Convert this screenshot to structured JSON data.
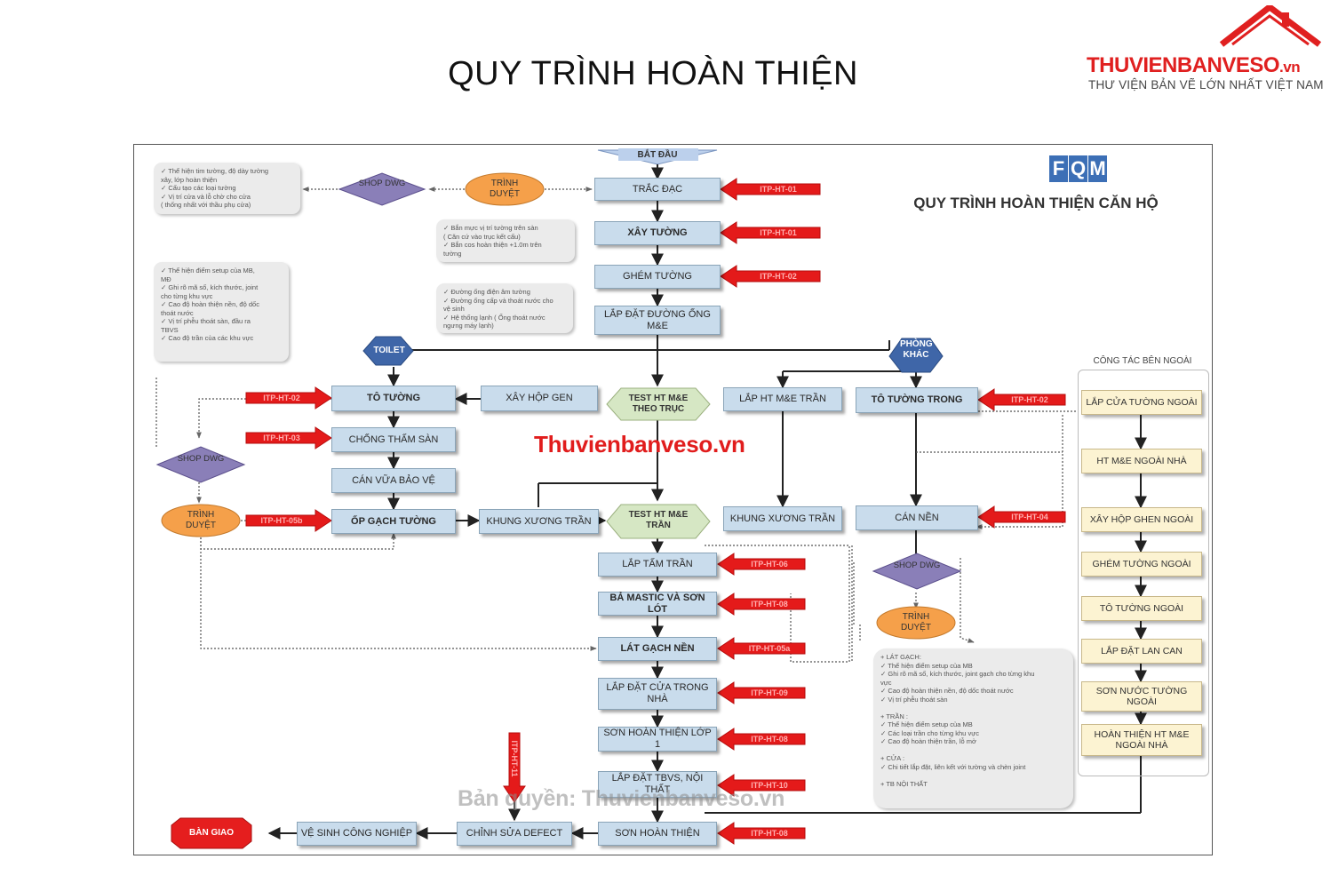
{
  "header": {
    "title": "QUY TRÌNH HOÀN THIỆN",
    "logo_brand": "THUVIENBANVESO",
    "logo_suffix": ".vn",
    "logo_tagline": "THƯ VIỆN BẢN VẼ LỚN NHẤT VIỆT NAM"
  },
  "diagram": {
    "logo_letters": [
      "F",
      "Q",
      "M"
    ],
    "title": "QUY TRÌNH HOÀN THIỆN CĂN HỘ",
    "start": "BẮT ĐẦU",
    "end": "BÀN GIAO",
    "main_flow": {
      "trac_dac": "TRẮC ĐẠC",
      "xay_tuong": "XÂY TƯỜNG",
      "ghem_tuong": "GHÉM TƯỜNG",
      "lap_dat_me": "LẮP ĐẶT ĐƯỜNG ỐNG M&E",
      "lap_tam_tran": "LẮP TẤM TRẦN",
      "ba_mastic": "BẢ MASTIC VÀ SƠN LÓT",
      "lat_gach_nen": "LÁT GẠCH NỀN",
      "lap_dat_cua": "LẮP ĐẶT CỬA TRONG NHÀ",
      "son_hoan_thien_1": "SƠN HOÀN THIỆN LỚP 1",
      "lap_dat_tbvs": "LẮP ĐẶT TBVS, NỘI THẤT",
      "son_hoan_thien": "SƠN HOÀN THIỆN",
      "chinh_sua": "CHỈNH SỬA DEFECT",
      "ve_sinh": "VỆ SINH CÔNG NGHIỆP"
    },
    "toilet": {
      "label": "TOILET",
      "to_tuong": "TÔ TƯỜNG",
      "xay_hop_gen": "XÂY HỘP GEN",
      "chong_tham": "CHỐNG THẤM SÀN",
      "can_vua": "CÁN VỮA BẢO VỆ",
      "op_gach": "ỐP GẠCH TƯỜNG",
      "khung_xuong": "KHUNG XƯƠNG TRẦN"
    },
    "tests": {
      "theo_truc": "TEST HT M&E THEO TRỤC",
      "tran": "TEST HT M&E TRẦN"
    },
    "living": {
      "label": "PHÒNG KHÁC",
      "lap_ht_me": "LẮP HT M&E TRẦN",
      "to_tuong_trong": "TÔ TƯỜNG TRONG",
      "khung_xuong": "KHUNG XƯƠNG TRẦN",
      "can_nen": "CÁN NỀN"
    },
    "shop_dwg": "SHOP DWG",
    "trinh_duyet": "TRÌNH DUYỆT",
    "external": {
      "title": "CÔNG TÁC BÊN NGOÀI",
      "steps": [
        "LẮP CỬA TƯỜNG NGOÀI",
        "HT M&E NGOÀI NHÀ",
        "XÂY HỘP GHEN NGOÀI",
        "GHÉM TƯỜNG NGOÀI",
        "TÔ TƯỜNG NGOÀI",
        "LẮP ĐẶT LAN CAN",
        "SƠN NƯỚC TƯỜNG NGOÀI",
        "HOÀN THIỆN HT M&E NGOÀI NHÀ"
      ]
    },
    "codes": [
      "ITP-HT-01",
      "ITP-HT-01",
      "ITP-HT-02",
      "ITP-HT-02",
      "ITP-HT-03",
      "ITP-HT-05b",
      "ITP-HT-02",
      "ITP-HT-04",
      "ITP-HT-06",
      "ITP-HT-08",
      "ITP-HT-05a",
      "ITP-HT-09",
      "ITP-HT-08",
      "ITP-HT-10",
      "ITP-HT-08",
      "ITP-HT-11"
    ],
    "notes": {
      "n1": "✓ Thể hiện tim tường, độ dày tường\n   xây, lớp hoàn thiện\n✓ Cấu tạo các loại tường\n✓ Vị trí cửa và lỗ chờ cho cửa\n   ( thống nhất với thầu phụ cửa)",
      "n2": "✓ Bắn mực vị trí tường trên sàn\n   ( Căn cứ vào trục kết cấu)\n✓ Bắn cos hoàn thiện +1.0m trên\n   tường",
      "n3": "✓ Thể hiện điểm setup của MB,\n   MĐ\n✓ Ghi rõ mã số, kích thước, joint\n   cho từng khu vực\n✓ Cao độ hoàn thiện nền, độ dốc\n   thoát nước\n✓ Vị trí phễu thoát sàn, đầu ra\n   TBVS\n✓ Cao độ trần của các khu vực",
      "n4": "✓ Đường ống điện âm tường\n✓ Đường ống cấp và thoát nước cho\n   vệ sinh\n✓ Hệ thống lạnh ( Ống thoát nước\n   ngưng máy lạnh)",
      "n5": "+ LÁT GẠCH:\n✓ Thể hiện điểm setup của MB\n✓ Ghi rõ mã số, kích thước, joint gạch cho từng khu\n   vực\n✓ Cao độ hoàn thiện nền, độ dốc thoát nước\n✓ Vị trí phễu thoát sàn\n\n+ TRẦN :\n✓ Thể hiện điểm setup của MB\n✓ Các loại trần cho từng khu vực\n✓ Cao độ hoàn thiện trần, lỗ mở\n\n+ CỬA :\n✓ Chi tiết lắp đặt, liên kết với tường và chèn joint\n\n+ TB NỘI THẤT"
    },
    "watermark": "Thuvienbanveso.vn",
    "copyright": "Bản quyền: Thuvienbanveso.vn"
  }
}
